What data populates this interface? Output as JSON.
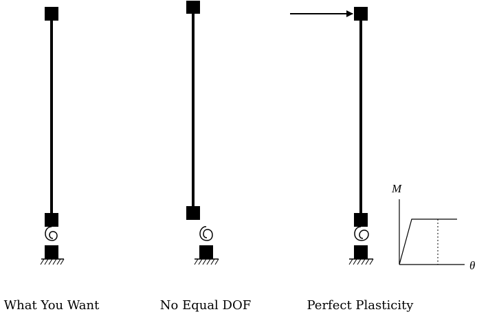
{
  "panels": [
    {
      "caption": "What You Want"
    },
    {
      "caption": "No Equal DOF"
    },
    {
      "caption": "Perfect Plasticity"
    }
  ],
  "moment_curvature_plot": {
    "y_axis_label": "M",
    "x_axis_label": "θ"
  }
}
